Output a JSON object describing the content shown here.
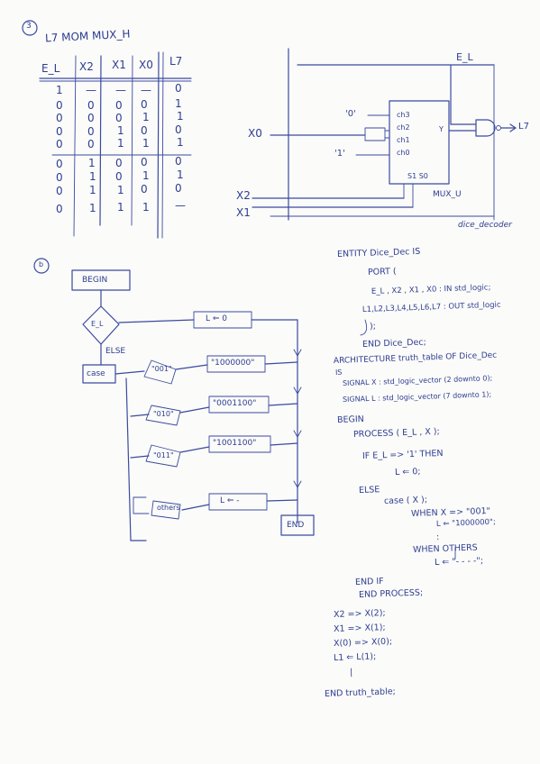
{
  "section_a": {
    "number": "3",
    "title": "L7 MOM   MUX_H",
    "headers": [
      "E_L",
      "X2",
      "X1",
      "X0",
      "L7"
    ],
    "rows": [
      [
        "1",
        "—",
        "—",
        "—",
        "0"
      ],
      [
        "0",
        "0",
        "0",
        "0",
        "1"
      ],
      [
        "0",
        "0",
        "0",
        "1",
        "1"
      ],
      [
        "0",
        "0",
        "1",
        "0",
        "0"
      ],
      [
        "0",
        "0",
        "1",
        "1",
        "1"
      ],
      [
        "0",
        "1",
        "0",
        "0",
        "0"
      ],
      [
        "0",
        "1",
        "0",
        "1",
        "1"
      ],
      [
        "0",
        "1",
        "1",
        "0",
        "0"
      ],
      [
        "0",
        "1",
        "1",
        "1",
        "—"
      ]
    ]
  },
  "circuit": {
    "enable_label": "E_L",
    "x0_label": "X0",
    "x2_label": "X2",
    "x1_label": "X1",
    "const0": "'0'",
    "const1": "'1'",
    "pins": [
      "ch3",
      "ch2",
      "ch1",
      "ch0"
    ],
    "select_label": "S1  S0",
    "out_label": "Y",
    "l7_label": "L7",
    "mux_label": "MUX_U",
    "caption": "dice_decoder"
  },
  "section_b": {
    "number": "b",
    "flow": {
      "begin": "BEGIN",
      "decision": "E_L",
      "else": "ELSE",
      "assign0": "L ⇐ 0",
      "case": "case",
      "opt1": "\"001\"",
      "val1": "\"1000000\"",
      "opt2": "\"010\"",
      "val2": "\"0001100\"",
      "opt3": "\"011\"",
      "val3": "\"1001100\"",
      "others": "others",
      "val_others": "L ⇐ -",
      "end": "END"
    },
    "code": [
      "ENTITY  Dice_Dec  IS",
      "PORT (",
      "E_L , X2 , X1 , X0  : IN std_logic;",
      "L1,L2,L3,L4,L5,L6,L7 : OUT std_logic",
      ");",
      "END  Dice_Dec;",
      "ARCHITECTURE  truth_table  OF  Dice_Dec",
      "IS",
      "SIGNAL  X  : std_logic_vector (2 downto 0);",
      "SIGNAL  L  : std_logic_vector (7 downto 1);",
      "BEGIN",
      "PROCESS ( E_L , X );",
      "IF   E_L => '1'   THEN",
      "L ⇐ 0;",
      "ELSE",
      "case ( X );",
      "WHEN  X => \"001\"",
      "L  ⇐ \"1000000\";",
      ":",
      "WHEN  OTHERS",
      "L ⇐ \"- - - -\";",
      "END IF",
      "END PROCESS;",
      "X2 => X(2);",
      "X1 => X(1);",
      "X(0) => X(0);",
      "L1 ⇐ L(1);",
      "|",
      "END  truth_table;"
    ]
  }
}
